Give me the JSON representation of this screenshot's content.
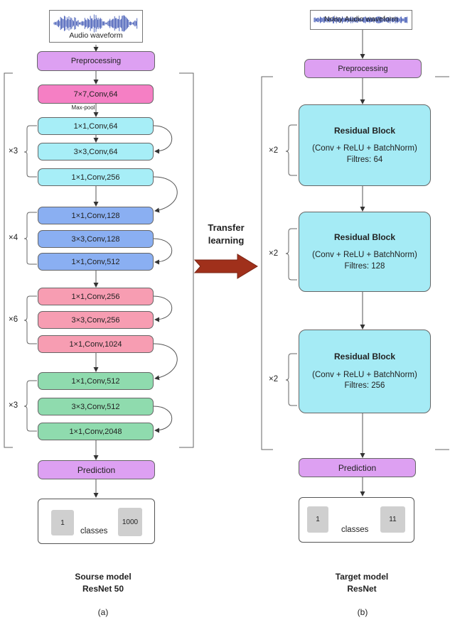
{
  "source": {
    "input_label": "Audio waveform",
    "preprocessing": "Preprocessing",
    "conv1": "7×7,Conv,64",
    "maxpool": "Max-pool",
    "stage1": {
      "repeat": "×3",
      "layers": [
        "1×1,Conv,64",
        "3×3,Conv,64",
        "1×1,Conv,256"
      ]
    },
    "stage2": {
      "repeat": "×4",
      "layers": [
        "1×1,Conv,128",
        "3×3,Conv,128",
        "1×1,Conv,512"
      ]
    },
    "stage3": {
      "repeat": "×6",
      "layers": [
        "1×1,Conv,256",
        "3×3,Conv,256",
        "1×1,Conv,1024"
      ]
    },
    "stage4": {
      "repeat": "×3",
      "layers": [
        "1×1,Conv,512",
        "3×3,Conv,512",
        "1×1,Conv,2048"
      ]
    },
    "prediction": "Prediction",
    "classes_from": "1",
    "classes_to": "1000",
    "classes_label": "classes",
    "caption_line1": "Sourse model",
    "caption_line2": "ResNet  50",
    "sub": "(a)"
  },
  "transfer": {
    "line1": "Transfer",
    "line2": "learning"
  },
  "target": {
    "input_label": "Noisy Audio waveform",
    "preprocessing": "Preprocessing",
    "blocks": [
      {
        "repeat": "×2",
        "title": "Residual Block",
        "ops": "(Conv + ReLU + BatchNorm)",
        "filters": "Filtres: 64"
      },
      {
        "repeat": "×2",
        "title": "Residual Block",
        "ops": "(Conv + ReLU + BatchNorm)",
        "filters": "Filtres: 128"
      },
      {
        "repeat": "×2",
        "title": "Residual Block",
        "ops": "(Conv + ReLU + BatchNorm)",
        "filters": "Filtres: 256"
      }
    ],
    "prediction": "Prediction",
    "classes_from": "1",
    "classes_to": "11",
    "classes_label": "classes",
    "caption_line1": "Target model",
    "caption_line2": "ResNet",
    "sub": "(b)"
  },
  "colors": {
    "wave": "#3f57b4",
    "preprocessing": "#dda0f2",
    "conv1": "#f57fc4",
    "stage1": "#a7eef7",
    "stage2": "#8aaff2",
    "stage3": "#f79db2",
    "stage4": "#8fdbae",
    "residual": "#a5ebf5",
    "arrow": "#a0301b"
  }
}
